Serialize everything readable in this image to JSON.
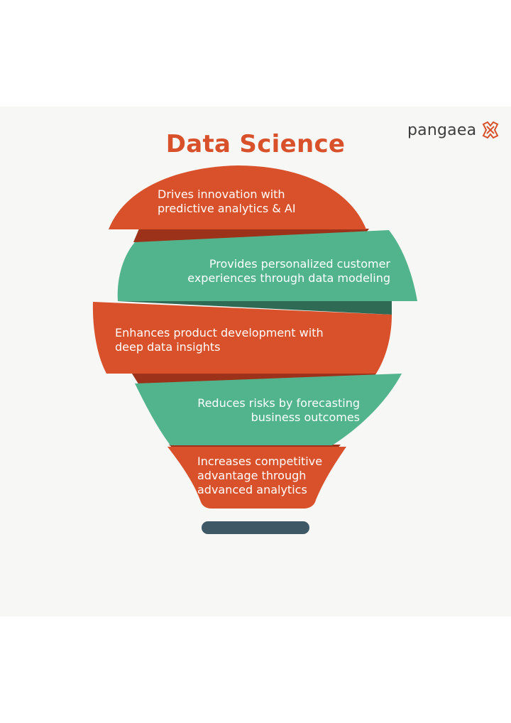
{
  "title": "Data Science",
  "logo": {
    "text": "pangaea",
    "icon": "pangaea-x-icon"
  },
  "colors": {
    "orange": "#d9512b",
    "teal": "#52b48d",
    "orange_shadow": "#9c3219",
    "teal_shadow": "#2f6a55",
    "base": "#3e5866"
  },
  "segments": [
    {
      "lines": [
        "Drives innovation with",
        "predictive analytics & AI"
      ]
    },
    {
      "lines": [
        "Provides personalized customer",
        "experiences through data modeling"
      ]
    },
    {
      "lines": [
        "Enhances product development with",
        "deep data insights"
      ]
    },
    {
      "lines": [
        "Reduces risks by forecasting",
        "business outcomes"
      ]
    },
    {
      "lines": [
        "Increases competitive",
        "advantage through",
        "advanced analytics"
      ]
    }
  ]
}
